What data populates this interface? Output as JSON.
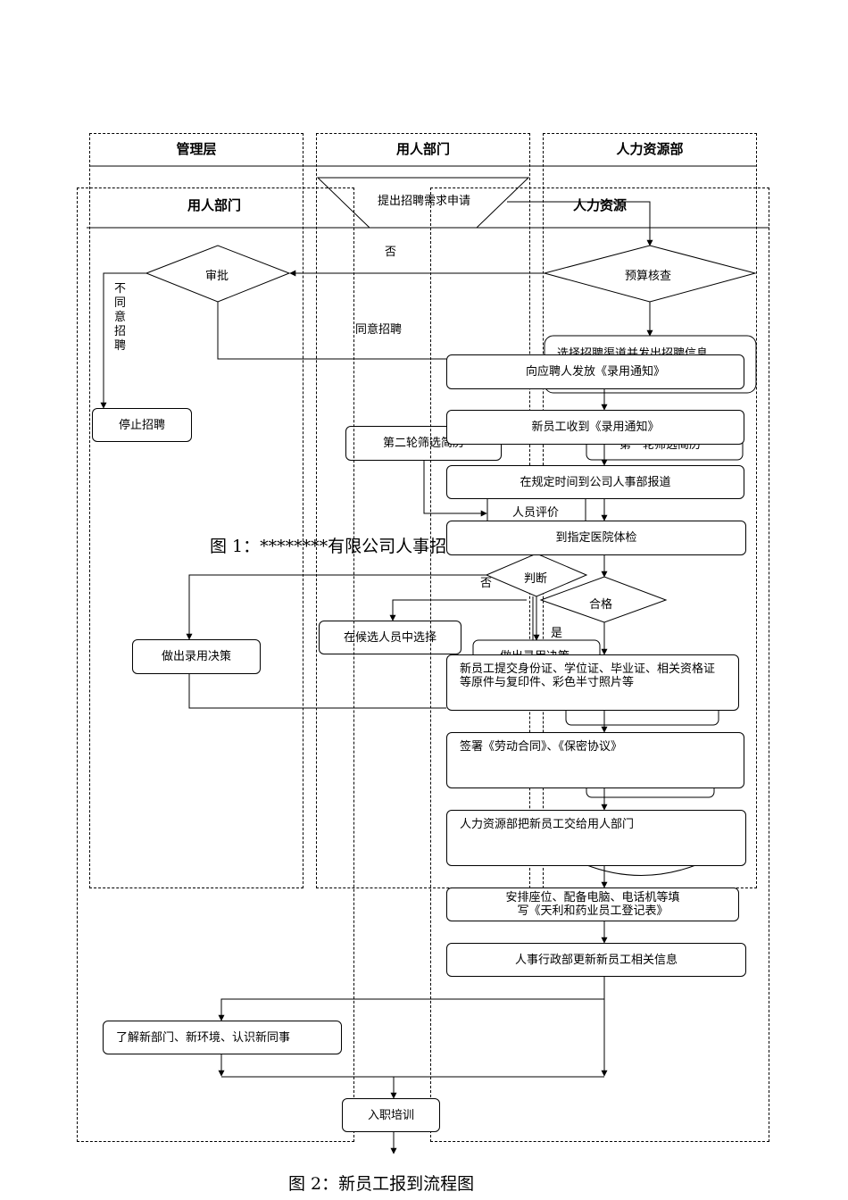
{
  "figure1": {
    "lanes": {
      "management": "管理层",
      "dept": "用人部门",
      "hr": "人力资源部"
    },
    "nodes": {
      "request": "提出招聘需求申请",
      "budget": "预算核查",
      "approve": "审批",
      "stop": "停止招聘",
      "select_channel": "选择招聘渠道并发出招聘信息",
      "second_screen": "第二轮筛选简历",
      "first_screen": "第一轮筛选简历",
      "evaluate": "人员评价",
      "judge": "判断",
      "choose_candidate": "在候选人员中选择",
      "decision_mgmt": "做出录用决策",
      "decision_hr": "做出录用决策",
      "hidden_a": "",
      "hidden_b": ""
    },
    "labels": {
      "no": "否",
      "disagree": "不同意招聘",
      "agree": "同意招聘",
      "no2": "否",
      "yes": "是"
    },
    "caption": "图 1：********有限公司人事招聘流程图"
  },
  "figure2": {
    "lanes": {
      "dept": "用人部门",
      "hr": "人力资源"
    },
    "steps": [
      "向应聘人发放《录用通知》",
      "新员工收到《录用通知》",
      "在规定时间到公司人事部报道",
      "到指定医院体检",
      "合格",
      "新员工提交身份证、学位证、毕业证、相关资格证等原件与复印件、彩色半寸照片等",
      "签署《劳动合同》、《保密协议》",
      "人力资源部把新员工交给用人部门",
      "安排座位、配备电脑、电话机等填写《天利和药业员工登记表》",
      "人事行政部更新新员工相关信息",
      "了解新部门、新环境、认识新同事",
      "入职培训"
    ],
    "caption": "图 2：新员工报到流程图"
  }
}
